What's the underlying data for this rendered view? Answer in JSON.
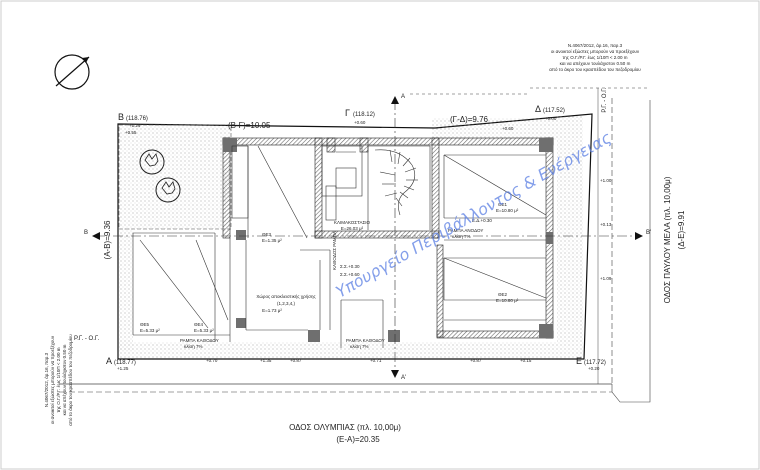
{
  "regulation_note_top": [
    "Ν.4067/2012, άρ.16, παρ.3",
    "οι ανοικτοί εξώστες μπορούν να προεξέχουν",
    "της Ο.Γ./Ρ.Γ. έως 1/10Π < 2.00 m",
    "και να απέχουν τουλάχιστον 0.50 m",
    "από το άκρο του κρασπέδου του πεζοδρομίου"
  ],
  "regulation_note_side": [
    "Ν.4067/2012, άρ.16, παρ.3",
    "οι ανοικτοί εξώστες μπορούν να προεξέχουν",
    "της Ο.Γ./Ρ.Γ. έως 1/10Π < 2.00 m",
    "και να απέχουν τουλάχιστον 0.50 m",
    "από το άκρο του κρασπέδου του πεζοδρομίου"
  ],
  "corners": {
    "B": {
      "letter": "Β",
      "level": "(118.76)",
      "sub": "+1.24"
    },
    "G": {
      "letter": "Γ",
      "level": "(118.12)",
      "sub": "+0.60"
    },
    "D": {
      "letter": "Δ",
      "level": "(117.52)",
      "sub": "+0.00"
    },
    "A": {
      "letter": "Α",
      "level": "(118.77)",
      "sub": "+1.25"
    },
    "E": {
      "letter": "Ε",
      "level": "(117.72)",
      "sub": "+0.20"
    }
  },
  "sides": {
    "bg": "(Β-Γ)=10.05",
    "gd": "(Γ-Δ)=9.76",
    "ab": "(Α-Β)=9.36",
    "de": "(Δ-Ε)=9.91",
    "ea": "(Ε-Α)=20.35"
  },
  "streets": {
    "bottom": "ΟΔΟΣ ΟΛΥΜΠΙΑΣ (πλ. 10,00μ)",
    "right": "ΟΔΟΣ ΠΑΥΛΟΥ ΜΕΛΑ (πλ. 10,00μ)"
  },
  "building_line_left": "Ρ.Γ. - Ο.Γ.",
  "building_line_right": "Ρ.Γ. - Ο.Γ.",
  "section": {
    "a_top": "Α",
    "a_bottom": "Α'",
    "b_left": "Β",
    "b_right": "Β'"
  },
  "rooms": {
    "stair": "ΚΛΙΜΑΚΟΣΤΑΣΙΟ",
    "stair_area": "E=26.03 μ²",
    "storage": "Χώρος αποκλειστικής χρήσης",
    "storage_code": "(1,2,3,4,)",
    "storage_area": "E=1.73 μ²",
    "room_a": "ΘΕ3",
    "room_a_area": "E=1.35 μ²",
    "room_b": "ΘΕ1",
    "room_b_area": "E=10.80 μ²",
    "room_c": "ΘΕ2",
    "room_c_area": "E=10.80 μ²",
    "room_d": "ΘΕ5",
    "room_d_area": "E=5.33 μ²",
    "room_e": "ΘΕ4",
    "room_e_area": "E=5.33 μ²",
    "ramp_left": "ΡΑΜΠΑ ΚΑΘΟΔΟΥ",
    "ramp_left_slope": "κλίση 7%",
    "ramp_right": "ΡΑΜΠΑ ΑΝΟΔΟΥ",
    "ramp_right_slope": "κλίση 7%",
    "ramp_mid": "ΡΑΜΠΑ ΚΑΘΟΔΟΥ",
    "ramp_mid_slope": "κλίση 7%",
    "ramp_vert": "ΚΑΘΟΔΟΣ ΡΑΜΠΑ",
    "levels": [
      "Ε.Δ.+0.30",
      "Σ.Σ.+0.30",
      "Σ.Σ.+0.60"
    ]
  },
  "spot_levels": [
    "+0.55",
    "+1.00",
    "+0.60",
    "+1.09",
    "+0.87",
    "+0.71",
    "+0.70",
    "+1.35",
    "+0.13",
    "+0.15",
    "+0.87"
  ],
  "watermark": "Υπουργείο Περιβάλλοντος & Ενέργειας",
  "colors": {
    "ink": "#111111",
    "hatch": "#9a9a9a",
    "watermark": "#5b7fe3",
    "wall": "#6f6f6f"
  }
}
